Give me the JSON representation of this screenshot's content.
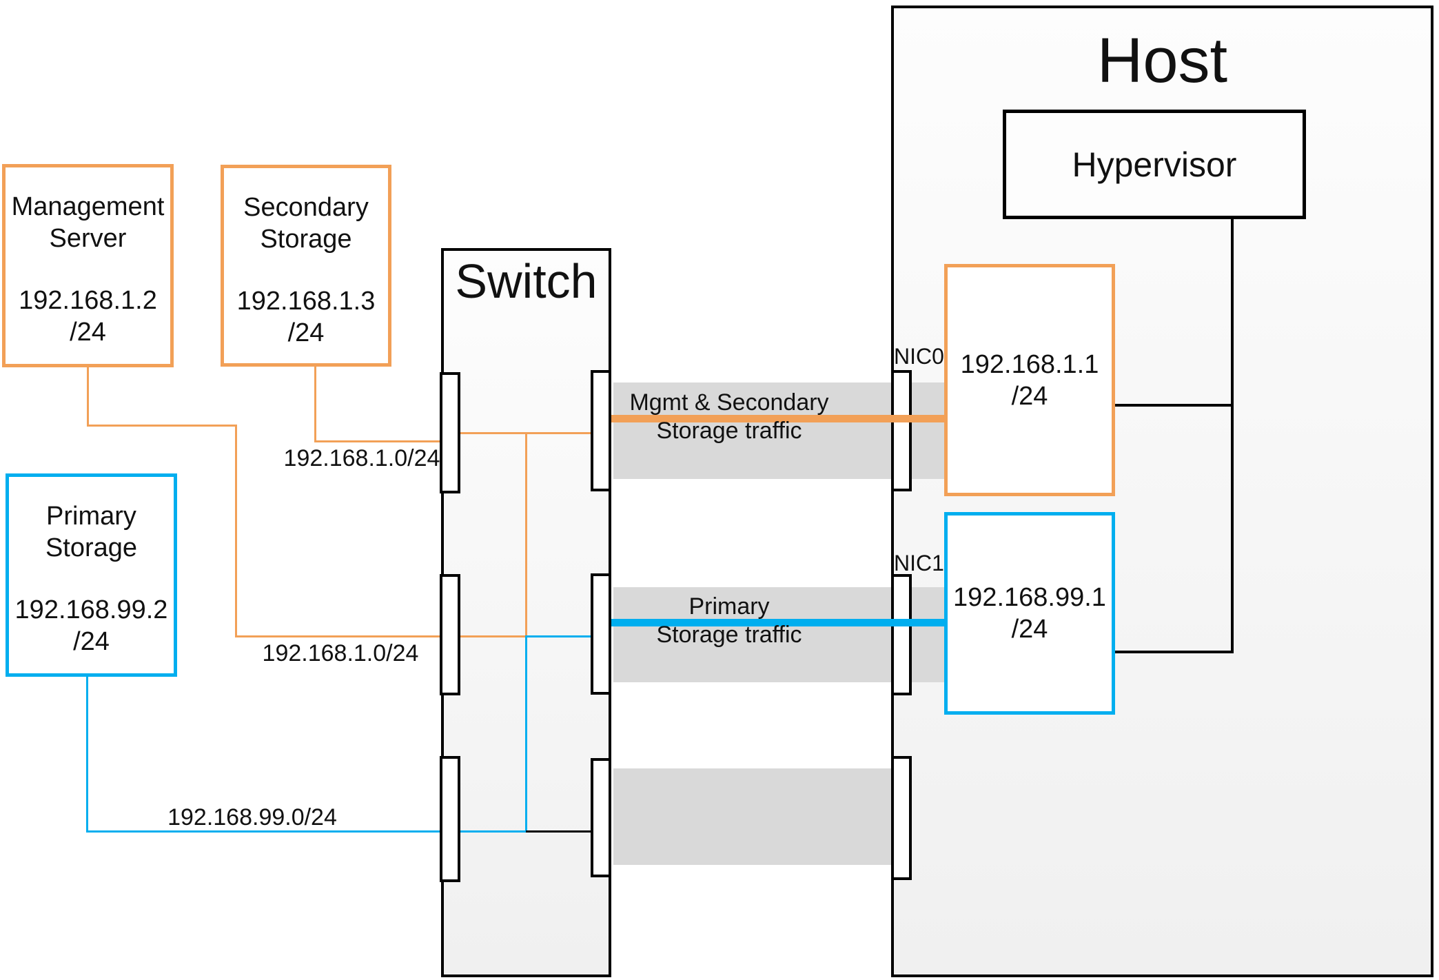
{
  "colors": {
    "orange": "#F2A057",
    "blue": "#00AEEF",
    "band_gray": "#D9D9D9",
    "line_black": "#000000"
  },
  "host": {
    "title": "Host",
    "hypervisor_label": "Hypervisor"
  },
  "switch": {
    "title": "Switch"
  },
  "endpoints": {
    "management": {
      "name_line1": "Management",
      "name_line2": "Server",
      "ip": "192.168.1.2",
      "cidr": "/24"
    },
    "secondary": {
      "name_line1": "Secondary",
      "name_line2": "Storage",
      "ip": "192.168.1.3",
      "cidr": "/24"
    },
    "primary": {
      "name_line1": "Primary",
      "name_line2": "Storage",
      "ip": "192.168.99.2",
      "cidr": "/24"
    }
  },
  "nics": {
    "nic0": {
      "label": "NIC0",
      "ip": "192.168.1.1",
      "cidr": "/24"
    },
    "nic1": {
      "label": "NIC1",
      "ip": "192.168.99.1",
      "cidr": "/24"
    }
  },
  "subnet_labels": {
    "secondary_to_switch": "192.168.1.0/24",
    "management_to_switch": "192.168.1.0/24",
    "primary_to_switch": "192.168.99.0/24"
  },
  "traffic_labels": {
    "mgmt_line1": "Mgmt & Secondary",
    "mgmt_line2": "Storage traffic",
    "primary_line1": "Primary",
    "primary_line2": "Storage traffic"
  }
}
